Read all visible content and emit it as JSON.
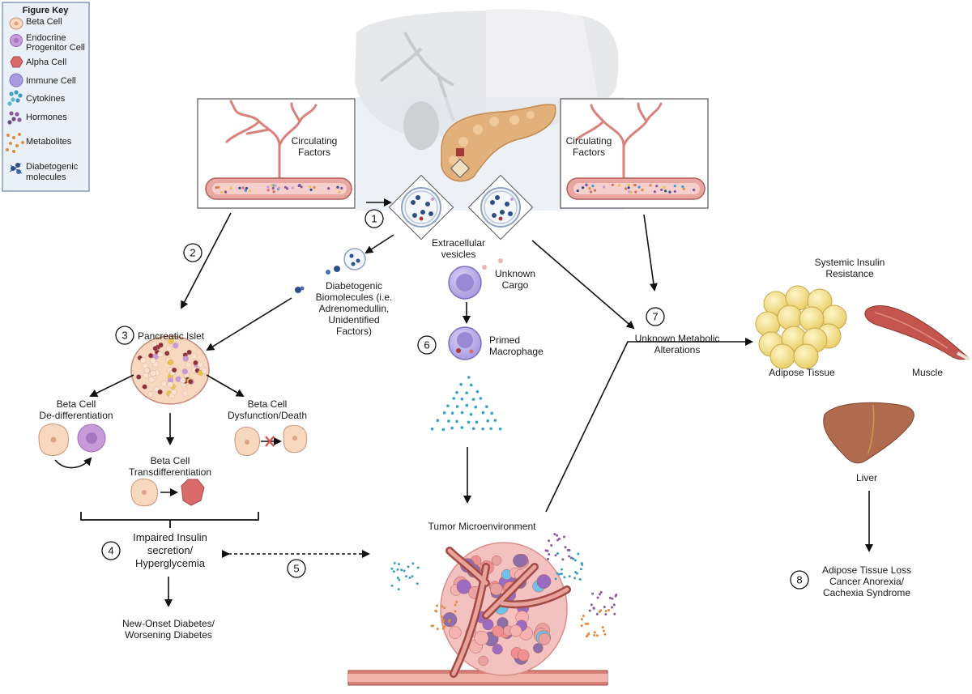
{
  "figure_key": {
    "title": "Figure Key",
    "items": [
      {
        "label_lines": [
          "Beta Cell"
        ],
        "icon": "beta-cell-icon"
      },
      {
        "label_lines": [
          "Endocrine",
          "Progenitor Cell"
        ],
        "icon": "progenitor-cell-icon"
      },
      {
        "label_lines": [
          "Alpha Cell"
        ],
        "icon": "alpha-cell-icon"
      },
      {
        "label_lines": [
          "Immune Cell"
        ],
        "icon": "immune-cell-icon"
      },
      {
        "label_lines": [
          "Cytokines"
        ],
        "icon": "cytokines-icon"
      },
      {
        "label_lines": [
          "Hormones"
        ],
        "icon": "hormones-icon"
      },
      {
        "label_lines": [
          "Metabolites"
        ],
        "icon": "metabolites-icon"
      },
      {
        "label_lines": [
          "Diabetogenic",
          "molecules"
        ],
        "icon": "diabetogenic-molecules-icon"
      }
    ]
  },
  "circulating_left": [
    "Circulating",
    "Factors"
  ],
  "circulating_right": [
    "Circulating",
    "Factors"
  ],
  "steps": [
    "1",
    "2",
    "3",
    "4",
    "5",
    "6",
    "7",
    "8"
  ],
  "extracellular_vesicles": [
    "Extracellular",
    "vesicles"
  ],
  "diabetogenic_biomolecules": [
    "Diabetogenic",
    "Biomolecules (i.e.",
    "Adrenomedullin,",
    "Unidentified",
    "Factors)"
  ],
  "unknown_cargo": [
    "Unknown",
    "Cargo"
  ],
  "primed_macrophage": [
    "Primed",
    "Macrophage"
  ],
  "pancreatic_islet": "Pancreatic Islet",
  "beta_dediff": [
    "Beta Cell",
    "De-differentiation"
  ],
  "beta_dysfunction": [
    "Beta Cell",
    "Dysfunction/Death"
  ],
  "beta_transdiff": [
    "Beta Cell",
    "Transdifferentiation"
  ],
  "impaired_insulin": [
    "Impaired Insulin",
    "secretion/",
    "Hyperglycemia"
  ],
  "new_onset": [
    "New-Onset Diabetes/",
    "Worsening Diabetes"
  ],
  "tumor_microenvironment": "Tumor Microenvironment",
  "unknown_metabolic": [
    "Unknown Metabolic",
    "Alterations"
  ],
  "systemic_insulin": [
    "Systemic Insulin",
    "Resistance"
  ],
  "adipose_tissue": "Adipose Tissue",
  "muscle": "Muscle",
  "liver": "Liver",
  "cachexia": [
    "Adipose Tissue Loss",
    "Cancer Anorexia/",
    "Cachexia Syndrome"
  ],
  "colors": {
    "beta_cell": "#f7d7be",
    "progenitor_cell": "#c79ad9",
    "alpha_cell": "#d96b6b",
    "immune_cell": "#a99be0",
    "cytokines": "#3a9fc2",
    "hormones": "#8a5a9f",
    "metabolites": "#e08a3c",
    "vessel": "#d9817c",
    "liver": "#b06a4e"
  }
}
